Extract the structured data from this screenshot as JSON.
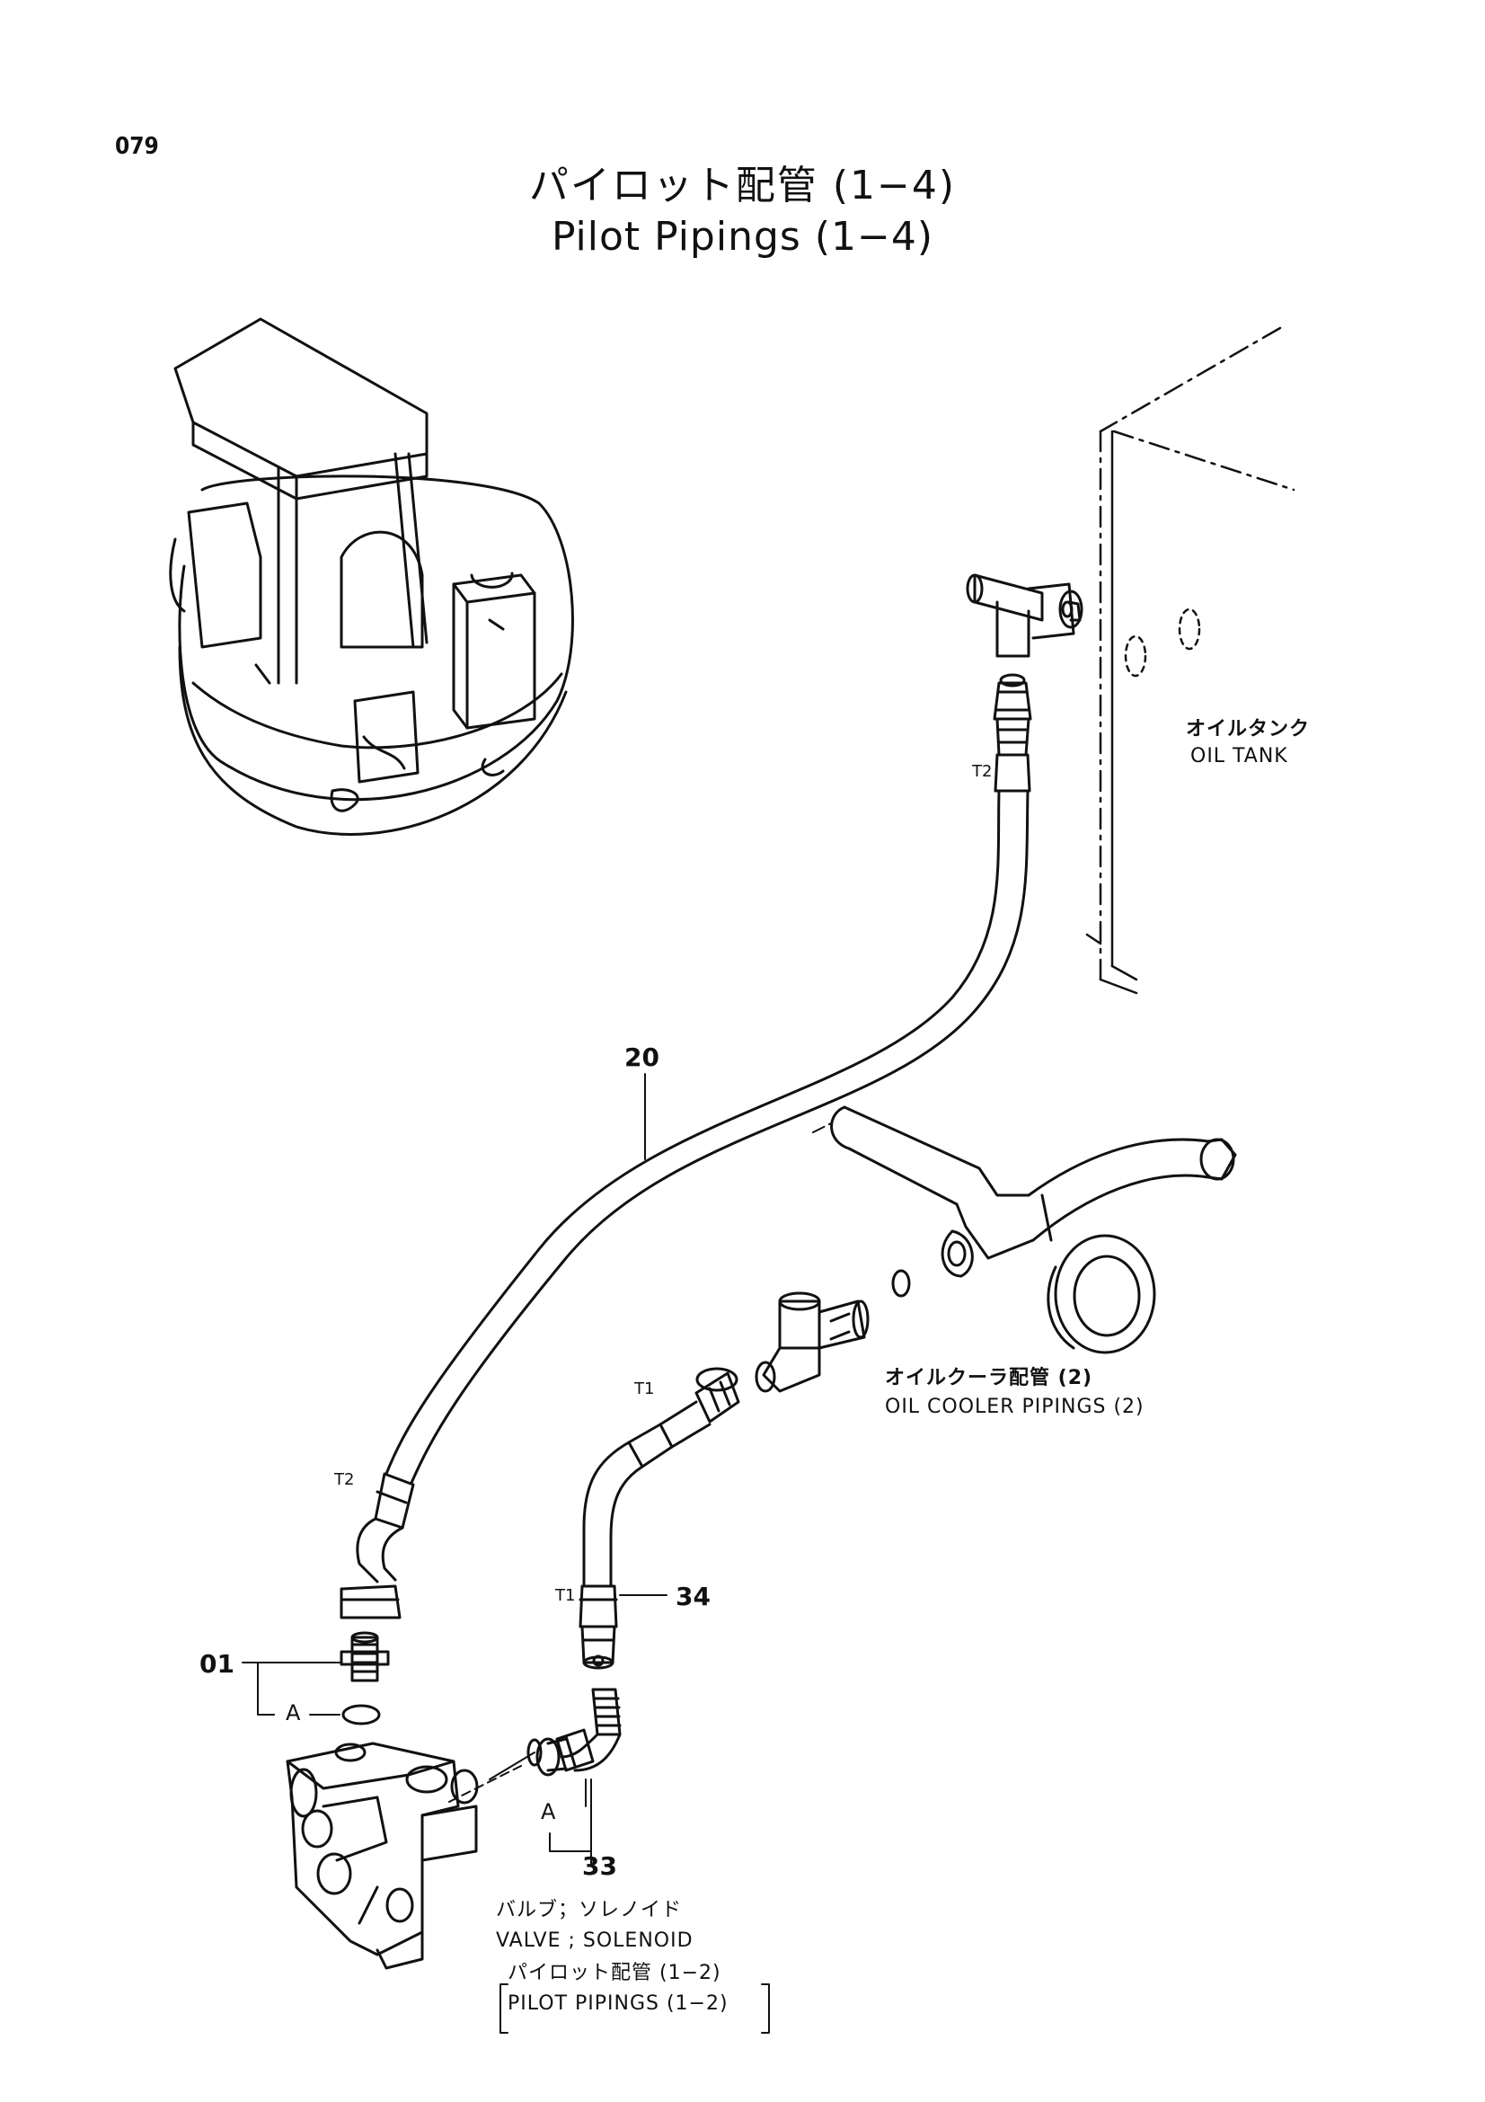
{
  "page_number": "079",
  "title": {
    "jp": "パイロット配管 (1−4)",
    "en": "Pilot Pipings (1−4)"
  },
  "labels": {
    "oil_tank_jp": "オイルタンク",
    "oil_tank_en": "OIL TANK",
    "oil_cooler_jp": "オイルクーラ配管 (2)",
    "oil_cooler_en": "OIL COOLER PIPINGS (2)",
    "valve_jp": "バルブ；ソレノイド",
    "valve_en": "VALVE ; SOLENOID",
    "pilot_ref_jp": "パイロット配管 (1−2)",
    "pilot_ref_en": "PILOT PIPINGS (1−2)"
  },
  "part_numbers": {
    "hose": "20",
    "adapter": "01",
    "hose_short": "34",
    "elbow": "33"
  },
  "tags": {
    "t2_top": "T2",
    "t2_bottom": "T2",
    "t1_top": "T1",
    "t1_bottom": "T1",
    "a_left": "A",
    "a_right": "A"
  }
}
